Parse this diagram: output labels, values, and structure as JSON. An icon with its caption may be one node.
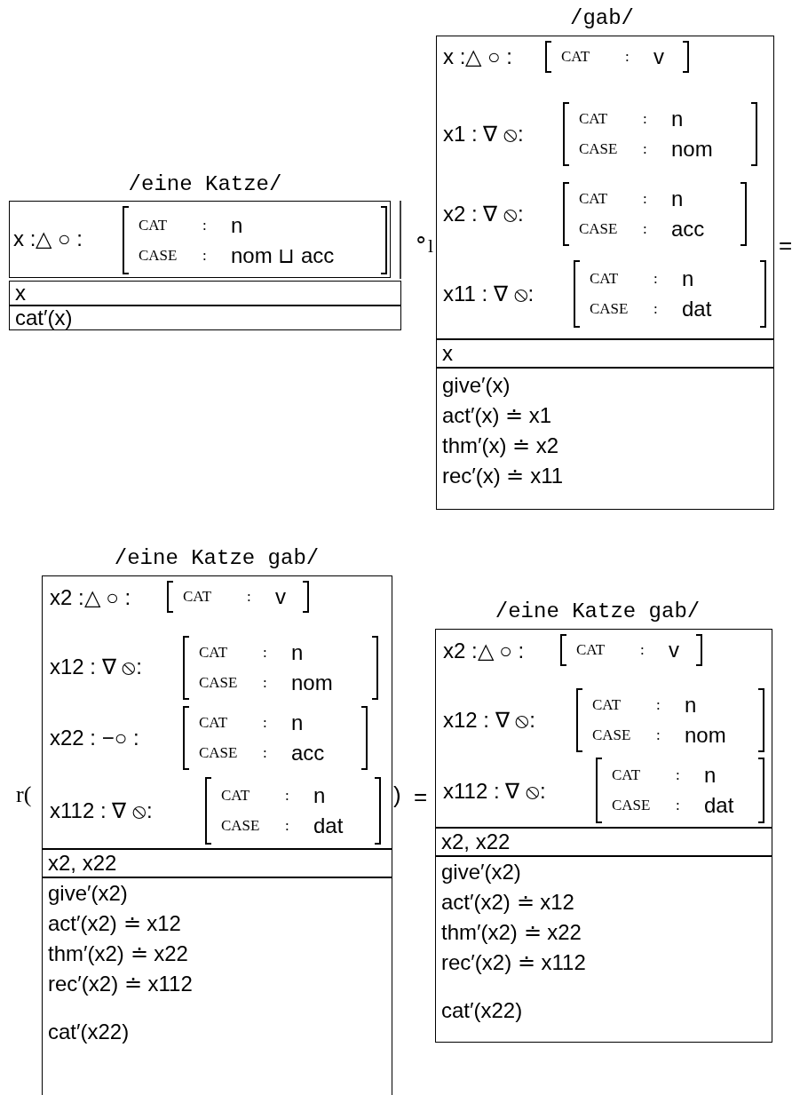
{
  "diagram": {
    "nodes": [
      {
        "text": [
          "/eine Katze/",
          "x :△ ○ :"
        ]
      },
      {
        "text": [
          "CAT",
          ":",
          "n",
          "CASE",
          ":",
          "nom ⊔ acc"
        ],
        "in": 0
      },
      {
        "text": [
          "x"
        ]
      },
      {
        "text": [
          "cat′(x)"
        ]
      },
      {
        "text": [
          "/gab/",
          "x :△ ○ :",
          "x1 : ∇ ⦸:",
          "x2 : ∇ ⦸:",
          "x11 : ∇ ⦸:"
        ]
      },
      {
        "text": [
          "CAT",
          ":",
          "v"
        ],
        "in": 4
      },
      {
        "text": [
          "CAT",
          ":",
          "n",
          "CASE",
          ":",
          "nom"
        ],
        "in": 4
      },
      {
        "text": [
          "CAT",
          ":",
          "n",
          "CASE",
          ":",
          "acc"
        ],
        "in": 4
      },
      {
        "text": [
          "CAT",
          ":",
          "n",
          "CASE",
          ":",
          "dat"
        ],
        "in": 4
      },
      {
        "text": [
          "x"
        ]
      },
      {
        "text": [
          "give′(x)",
          "act′(x) ≐ x1",
          "thm′(x) ≐ x2",
          "rec′(x) ≐ x11"
        ]
      },
      {
        "text": [
          "/eine Katze gab/",
          "x2 :△ ○ :",
          "x12 : ∇ ⦸:",
          "x22 : −○ :",
          "x112 : ∇ ⦸:"
        ]
      },
      {
        "text": [
          "CAT",
          ":",
          "v"
        ],
        "in": 11
      },
      {
        "text": [
          "CAT",
          ":",
          "n",
          "CASE",
          ":",
          "nom"
        ],
        "in": 11
      },
      {
        "text": [
          "CAT",
          ":",
          "n",
          "CASE",
          ":",
          "acc"
        ],
        "in": 11
      },
      {
        "text": [
          "CAT",
          ":",
          "n",
          "CASE",
          ":",
          "dat"
        ],
        "in": 11
      },
      {
        "text": [
          "x2, x22"
        ]
      },
      {
        "text": [
          "give′(x2)",
          "act′(x2) ≐ x12",
          "thm′(x2) ≐ x22",
          "rec′(x2) ≐ x112",
          "cat′(x22)"
        ]
      },
      {
        "text": [
          "/eine Katze gab/",
          "x2 :△ ○ :",
          "x12 : ∇ ⦸:",
          "x112 : ∇ ⦸:"
        ]
      },
      {
        "text": [
          "CAT",
          ":",
          "v"
        ],
        "in": 18
      },
      {
        "text": [
          "CAT",
          ":",
          "n",
          "CASE",
          ":",
          "nom"
        ],
        "in": 18
      },
      {
        "text": [
          "CAT",
          ":",
          "n",
          "CASE",
          ":",
          "dat"
        ],
        "in": 18
      },
      {
        "text": [
          "x2, x22"
        ]
      },
      {
        "text": [
          "give′(x2)",
          "act′(x2) ≐ x12",
          "thm′(x2) ≐ x22",
          "rec′(x2) ≐ x112",
          "cat′(x22)"
        ]
      }
    ],
    "labels": [
      "∘$_{l}$",
      "=",
      "r(",
      ")",
      "="
    ]
  }
}
